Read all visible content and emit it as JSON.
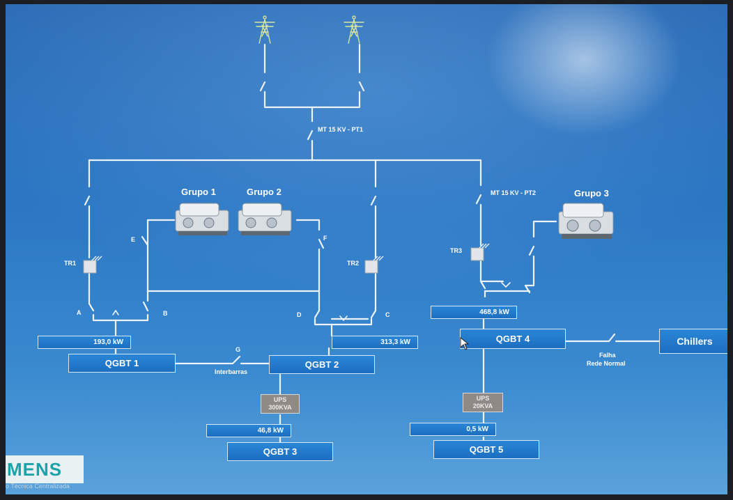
{
  "diagram": {
    "feeder_label": "MT 15 KV - PT1",
    "feeder_label_2": "MT 15 KV - PT2",
    "groups": [
      {
        "name": "Grupo 1"
      },
      {
        "name": "Grupo 2"
      },
      {
        "name": "Grupo 3"
      }
    ],
    "transformers": [
      {
        "label": "TR1"
      },
      {
        "label": "TR2"
      },
      {
        "label": "TR3"
      }
    ],
    "switch_labels": {
      "a": "A",
      "b": "B",
      "c": "C",
      "d": "D",
      "e": "E",
      "f": "F",
      "g": "G"
    },
    "meters": {
      "qgbt1": "193,0 kW",
      "qgbt2": "313,3 kW",
      "qgbt3": "46,8 kW",
      "qgbt4": "468,8 kW",
      "qgbt5": "0,5 kW"
    },
    "panels": {
      "qgbt1": "QGBT 1",
      "qgbt2": "QGBT 2",
      "qgbt3": "QGBT 3",
      "qgbt4": "QGBT 4",
      "qgbt5": "QGBT 5",
      "chillers": "Chillers"
    },
    "ups": [
      {
        "line1": "UPS",
        "line2": "300KVA"
      },
      {
        "line1": "UPS",
        "line2": "20KVA"
      }
    ],
    "interbarras_label": "Interbarras",
    "falha_line1": "Falha",
    "falha_line2": "Rede Normal"
  },
  "branding": {
    "logo": "MENS",
    "subtitle": "o Técnica Centralizada"
  },
  "colors": {
    "background": "#2b76c3",
    "box_fill": "#1f76c8",
    "wire": "#eef3f8",
    "ups_fill": "#8f8a86",
    "logo_text": "#1aa3a8"
  }
}
